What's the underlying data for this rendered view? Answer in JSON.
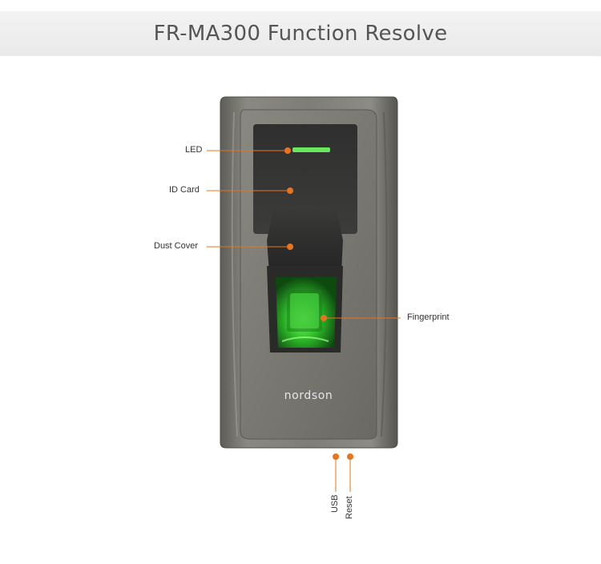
{
  "header": {
    "title": "FR-MA300 Function Resolve"
  },
  "device": {
    "brand": "nordson"
  },
  "callouts": {
    "led": "LED",
    "id_card": "ID Card",
    "dust_cover": "Dust Cover",
    "fingerprint": "Fingerprint",
    "usb": "USB",
    "reset": "Reset"
  },
  "colors": {
    "accent": "#e8741e",
    "led_green": "#3ddc3d",
    "sensor_green": "#34c234",
    "body_metal": "#7b7a73"
  }
}
